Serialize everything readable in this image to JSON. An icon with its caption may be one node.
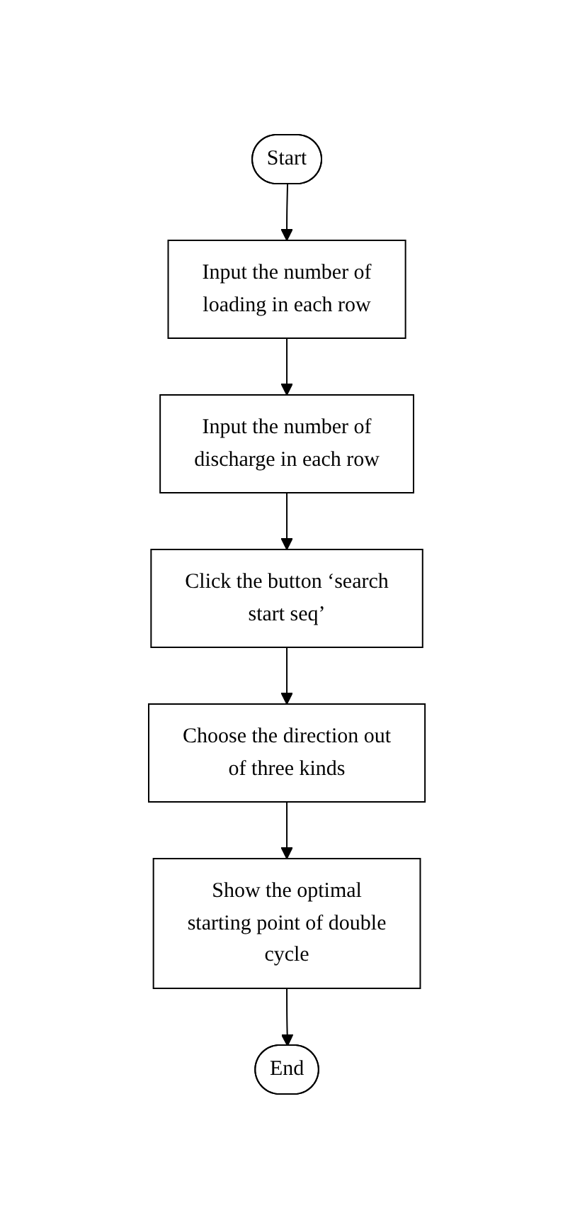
{
  "diagram": {
    "nodes": [
      {
        "text": [
          "Start"
        ]
      },
      {
        "text": [
          "Input the number of loading in each row"
        ]
      },
      {
        "text": [
          "Input the number of discharge in each row"
        ]
      },
      {
        "text": [
          "Click the button ‘search start seq’"
        ]
      },
      {
        "text": [
          "Choose the direction out of three kinds"
        ]
      },
      {
        "text": [
          "Show the optimal starting point of double cycle"
        ]
      },
      {
        "text": [
          "End"
        ]
      }
    ],
    "edges": [
      {
        "from": 0,
        "to": 1,
        "arrow": "to"
      },
      {
        "from": 1,
        "to": 2,
        "arrow": "to"
      },
      {
        "from": 2,
        "to": 3,
        "arrow": "to"
      },
      {
        "from": 3,
        "to": 4,
        "arrow": "to"
      },
      {
        "from": 4,
        "to": 5,
        "arrow": "to"
      },
      {
        "from": 5,
        "to": 6,
        "arrow": "to"
      }
    ]
  }
}
